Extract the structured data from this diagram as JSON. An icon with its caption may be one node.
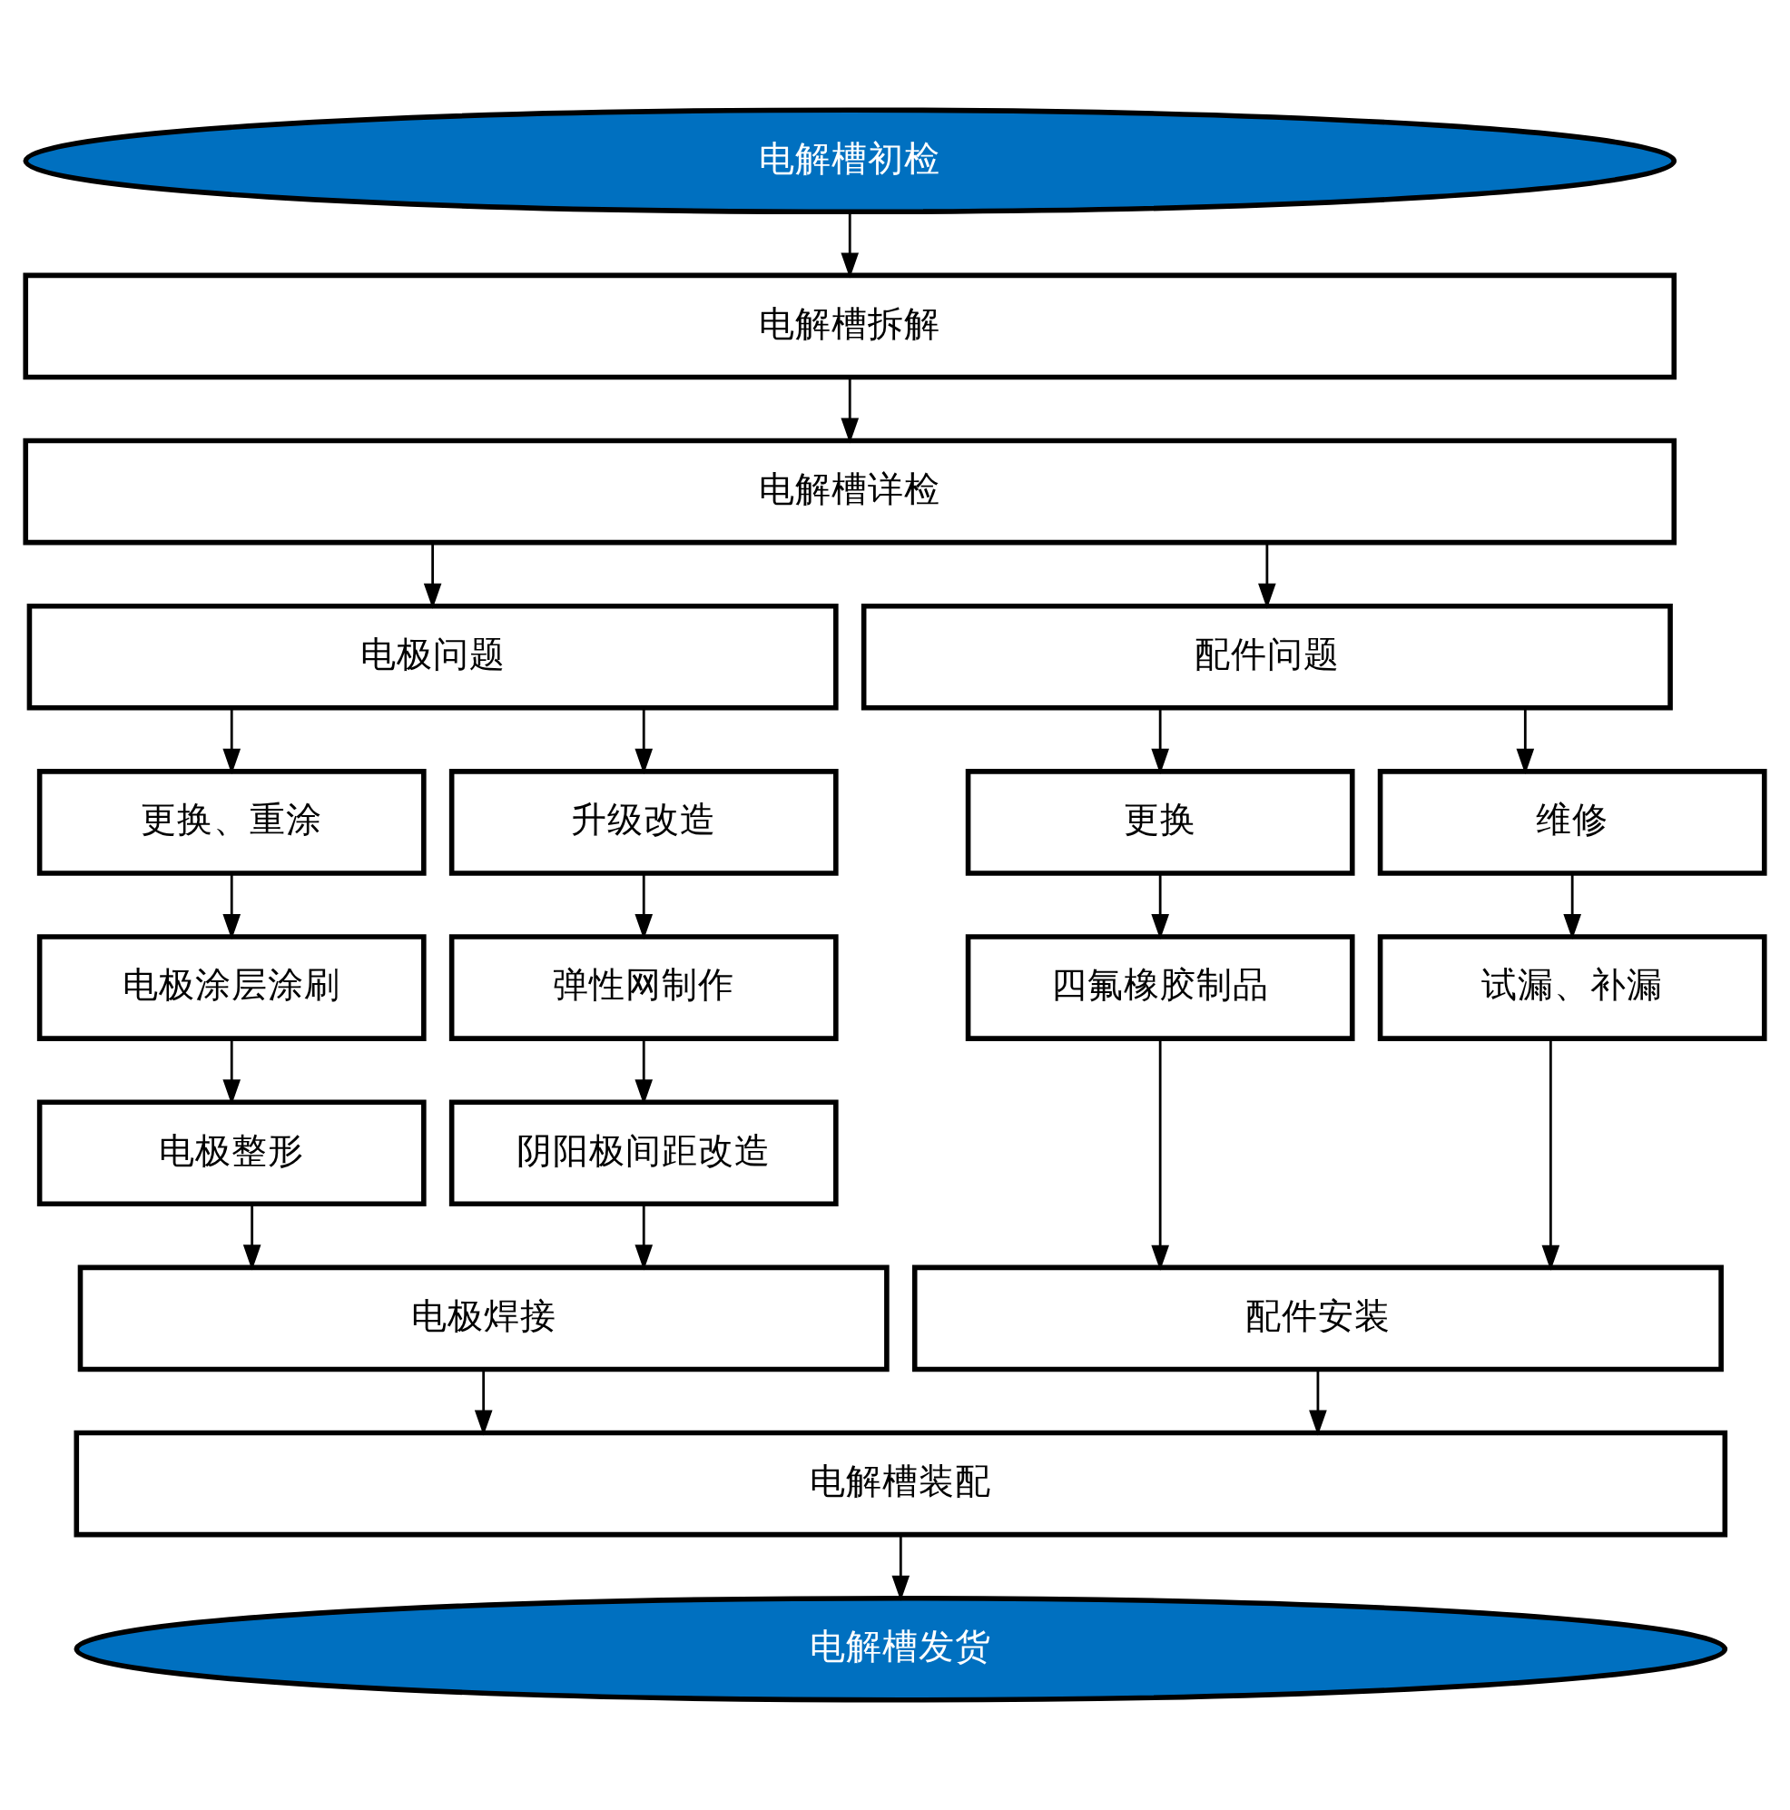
{
  "diagram": {
    "nodes": [
      {
        "text": [
          "电解槽初检"
        ]
      },
      {
        "text": [
          "电解槽拆解"
        ]
      },
      {
        "text": [
          "电解槽详检"
        ]
      },
      {
        "text": [
          "电极问题"
        ]
      },
      {
        "text": [
          "配件问题"
        ]
      },
      {
        "text": [
          "更换、重涂"
        ]
      },
      {
        "text": [
          "升级改造"
        ]
      },
      {
        "text": [
          "更换"
        ]
      },
      {
        "text": [
          "维修"
        ]
      },
      {
        "text": [
          "电极涂层涂刷"
        ]
      },
      {
        "text": [
          "弹性网制作"
        ]
      },
      {
        "text": [
          "四氟橡胶制品"
        ]
      },
      {
        "text": [
          "试漏、补漏"
        ]
      },
      {
        "text": [
          "电极整形"
        ]
      },
      {
        "text": [
          "阴阳极间距改造"
        ]
      },
      {
        "text": [
          "电极焊接"
        ]
      },
      {
        "text": [
          "配件安装"
        ]
      },
      {
        "text": [
          "电解槽装配"
        ]
      },
      {
        "text": [
          "电解槽发货"
        ]
      }
    ],
    "edges": [
      {
        "from": 0,
        "to": 1,
        "arrow": "to"
      },
      {
        "from": 1,
        "to": 2,
        "arrow": "to"
      },
      {
        "from": 2,
        "to": 3,
        "arrow": "to"
      },
      {
        "from": 2,
        "to": 4,
        "arrow": "to"
      },
      {
        "from": 3,
        "to": 5,
        "arrow": "to"
      },
      {
        "from": 3,
        "to": 6,
        "arrow": "to"
      },
      {
        "from": 4,
        "to": 7,
        "arrow": "to"
      },
      {
        "from": 4,
        "to": 8,
        "arrow": "to"
      },
      {
        "from": 5,
        "to": 9,
        "arrow": "to"
      },
      {
        "from": 6,
        "to": 10,
        "arrow": "to"
      },
      {
        "from": 7,
        "to": 11,
        "arrow": "to"
      },
      {
        "from": 8,
        "to": 12,
        "arrow": "to"
      },
      {
        "from": 9,
        "to": 13,
        "arrow": "to"
      },
      {
        "from": 10,
        "to": 14,
        "arrow": "to"
      },
      {
        "from": 13,
        "to": 15,
        "arrow": "to"
      },
      {
        "from": 14,
        "to": 15,
        "arrow": "to"
      },
      {
        "from": 11,
        "to": 16,
        "arrow": "to"
      },
      {
        "from": 12,
        "to": 16,
        "arrow": "to"
      },
      {
        "from": 15,
        "to": 17,
        "arrow": "to"
      },
      {
        "from": 16,
        "to": 17,
        "arrow": "to"
      },
      {
        "from": 17,
        "to": 18,
        "arrow": "to"
      }
    ]
  }
}
